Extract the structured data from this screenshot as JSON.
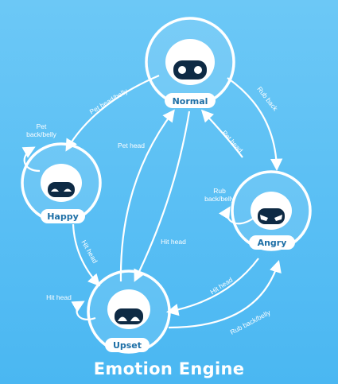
{
  "title": "Emotion Engine",
  "colors": {
    "background_top": "#6cc8f6",
    "background_bottom": "#4ab7f2",
    "line": "#ffffff",
    "label_text": "#1d6fa6",
    "robot_head": "#ffffff",
    "robot_face": "#0e2a44"
  },
  "states": {
    "normal": {
      "label": "Normal",
      "face": "neutral-eyes"
    },
    "happy": {
      "label": "Happy",
      "face": "smiling-eyes"
    },
    "angry": {
      "label": "Angry",
      "face": "angry-eyes"
    },
    "upset": {
      "label": "Upset",
      "face": "sad-eyes"
    }
  },
  "transitions": {
    "normal_to_happy": "Pet head/belly",
    "happy_self": "Pet back/belly",
    "normal_to_angry": "Rub back",
    "angry_to_normal": "Pet head",
    "angry_self": "Rub back/belly",
    "happy_to_upset": "Hit head",
    "upset_to_normal": "Pet head",
    "normal_to_upset": "Hit head",
    "upset_self": "Hit head",
    "angry_to_upset": "Hit head",
    "upset_to_angry": "Rub back/belly"
  }
}
